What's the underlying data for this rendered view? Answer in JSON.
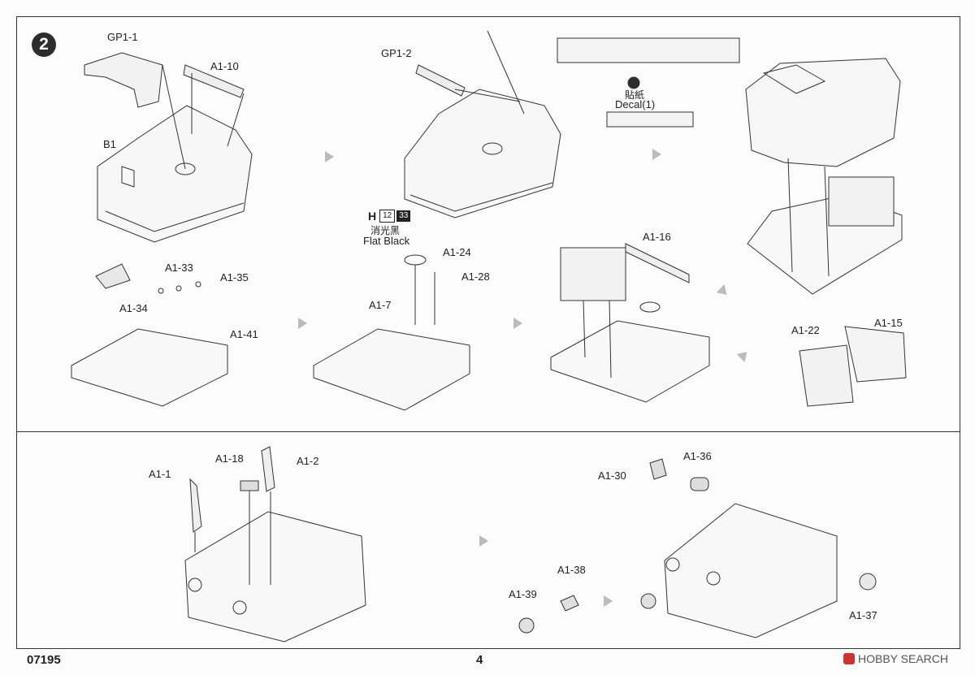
{
  "step": {
    "number": "2"
  },
  "labels": {
    "gp1_1": "GP1-1",
    "a1_10": "A1-10",
    "b1": "B1",
    "gp1_2": "GP1-2",
    "decal_cn": "貼紙",
    "decal_en": "Decal(1)",
    "paint_h": "H",
    "paint_code1": "12",
    "paint_code2": "33",
    "paint_cn": "消光黑",
    "paint_en": "Flat Black",
    "a1_24": "A1-24",
    "a1_28": "A1-28",
    "a1_7": "A1-7",
    "a1_33": "A1-33",
    "a1_35": "A1-35",
    "a1_34": "A1-34",
    "a1_41": "A1-41",
    "a1_16": "A1-16",
    "a1_22": "A1-22",
    "a1_15": "A1-15",
    "a1_1": "A1-1",
    "a1_18": "A1-18",
    "a1_2": "A1-2",
    "a1_30": "A1-30",
    "a1_36": "A1-36",
    "a1_38": "A1-38",
    "a1_39": "A1-39",
    "a1_37": "A1-37"
  },
  "footer": {
    "code": "07195",
    "page": "4",
    "watermark": "HOBBY SEARCH"
  }
}
